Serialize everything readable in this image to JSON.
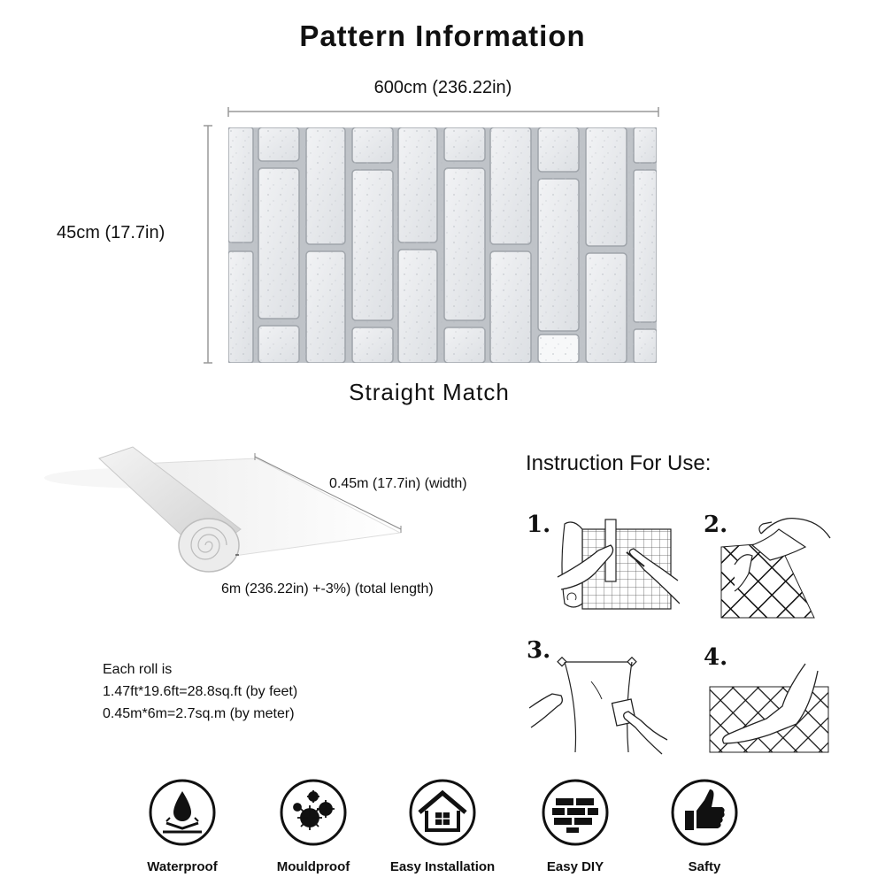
{
  "header": {
    "title": "Pattern Information"
  },
  "pattern": {
    "width_label": "600cm (236.22in)",
    "height_label": "45cm (17.7in)",
    "match_label": "Straight Match"
  },
  "roll": {
    "width_label": "0.45m (17.7in) (width)",
    "length_label": "6m (236.22in) +-3%) (total length)"
  },
  "coverage": {
    "line1": "Each roll is",
    "line2": "1.47ft*19.6ft=28.8sq.ft (by feet)",
    "line3": "0.45m*6m=2.7sq.m (by meter)"
  },
  "instructions": {
    "title": "Instruction For Use:",
    "steps": [
      {
        "number": "1."
      },
      {
        "number": "2."
      },
      {
        "number": "3."
      },
      {
        "number": "4."
      }
    ]
  },
  "features": [
    {
      "label": "Waterproof",
      "icon": "water-drop-icon"
    },
    {
      "label": "Mouldproof",
      "icon": "mould-spores-icon"
    },
    {
      "label": "Easy Installation",
      "icon": "house-icon"
    },
    {
      "label": "Easy DIY",
      "icon": "brick-wall-icon"
    },
    {
      "label": "Safty",
      "icon": "thumbs-up-icon"
    }
  ]
}
